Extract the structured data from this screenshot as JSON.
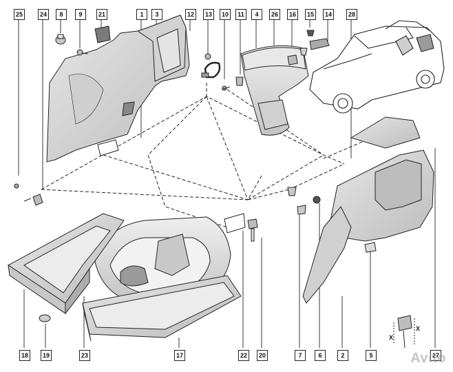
{
  "diagram": {
    "callouts": {
      "c1": "1",
      "c2": "2",
      "c3": "3",
      "c4": "4",
      "c5": "5",
      "c6": "6",
      "c7": "7",
      "c8": "8",
      "c9": "9",
      "c10": "10",
      "c11": "11",
      "c12": "12",
      "c13": "13",
      "c14": "14",
      "c15": "15",
      "c16": "16",
      "c17": "17",
      "c18": "18",
      "c19": "19",
      "c20": "20",
      "c21": "21",
      "c22": "22",
      "c23": "23",
      "c24": "24",
      "c25": "25",
      "c26": "26",
      "c27": "27",
      "c28": "28"
    },
    "dimension_labels": {
      "x": "X"
    },
    "watermark": "Avito"
  },
  "colors": {
    "line": "#222222",
    "part_fill": "#d9d9d9",
    "part_dark": "#9a9a9a",
    "box_border": "#222222"
  }
}
